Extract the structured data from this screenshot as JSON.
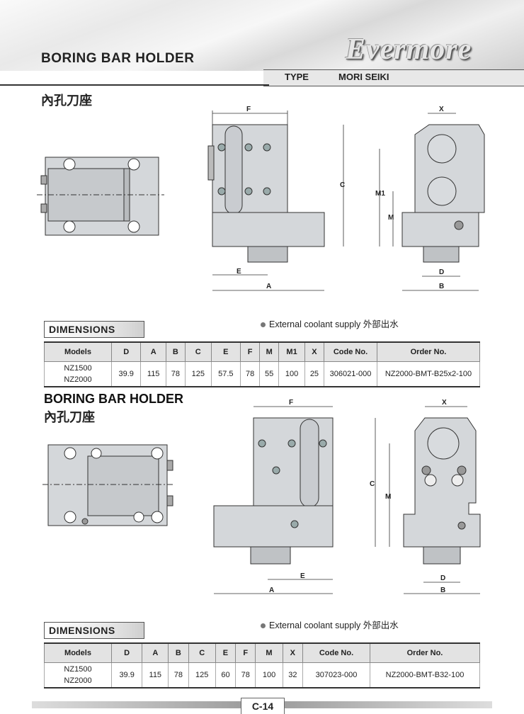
{
  "header": {
    "title": "BORING BAR HOLDER",
    "brand": "Evermore",
    "type_label": "TYPE",
    "type_value": "MORI SEIKI"
  },
  "section1": {
    "chinese_title": "內孔刀座",
    "drawing_labels": {
      "F": "F",
      "C": "C",
      "E": "E",
      "A": "A",
      "X": "X",
      "M1": "M1",
      "M": "M",
      "D": "D",
      "B": "B"
    },
    "dimensions_label": "DIMENSIONS",
    "coolant_note": "External coolant supply 外部出水",
    "table": {
      "headers": [
        "Models",
        "D",
        "A",
        "B",
        "C",
        "E",
        "F",
        "M",
        "M1",
        "X",
        "Code No.",
        "Order No."
      ],
      "row": {
        "models": [
          "NZ1500",
          "NZ2000"
        ],
        "values": [
          "39.9",
          "115",
          "78",
          "125",
          "57.5",
          "78",
          "55",
          "100",
          "25",
          "306021-000",
          "NZ2000-BMT-B25x2-100"
        ]
      }
    }
  },
  "section2": {
    "title": "BORING BAR HOLDER",
    "chinese_title": "內孔刀座",
    "drawing_labels": {
      "F": "F",
      "C": "C",
      "E": "E",
      "A": "A",
      "X": "X",
      "M": "M",
      "D": "D",
      "B": "B"
    },
    "dimensions_label": "DIMENSIONS",
    "coolant_note": "External coolant supply 外部出水",
    "table": {
      "headers": [
        "Models",
        "D",
        "A",
        "B",
        "C",
        "E",
        "F",
        "M",
        "X",
        "Code No.",
        "Order No."
      ],
      "row": {
        "models": [
          "NZ1500",
          "NZ2000"
        ],
        "values": [
          "39.9",
          "115",
          "78",
          "125",
          "60",
          "78",
          "100",
          "32",
          "307023-000",
          "NZ2000-BMT-B32-100"
        ]
      }
    }
  },
  "footer": {
    "page_number": "C-14"
  }
}
